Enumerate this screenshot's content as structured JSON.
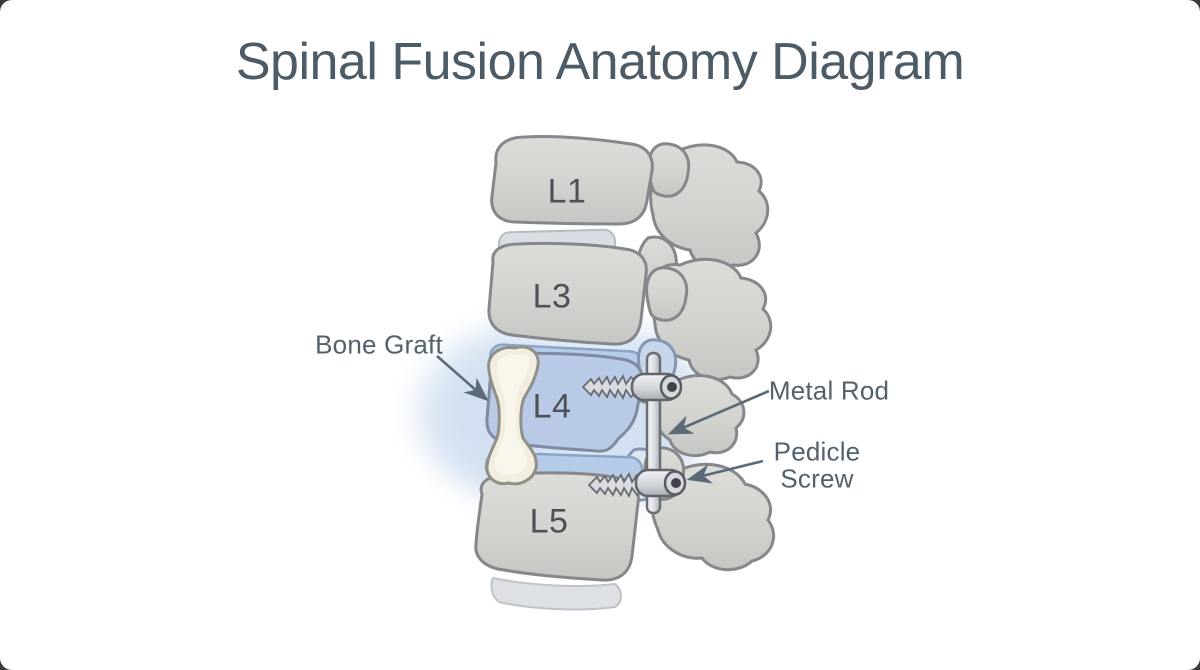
{
  "title": "Spinal Fusion Anatomy Diagram",
  "diagram": {
    "vertebrae": [
      {
        "label": "L1"
      },
      {
        "label": "L3"
      },
      {
        "label": "L4"
      },
      {
        "label": "L5"
      }
    ],
    "annotations": [
      {
        "label": "Bone Graft"
      },
      {
        "label": "Metal Rod"
      },
      {
        "label": "Pedicle Screw"
      }
    ]
  },
  "colors": {
    "title_text": "#4d5b67",
    "annotation_text": "#53616d",
    "vertebra_label_text": "#4d5055",
    "bone_fill": "#d4d4d0",
    "bone_outline": "#85878a",
    "disc_gray": "#d9dde4",
    "fusion_highlight_blue": "#b5cbe8",
    "bone_graft_fill": "#f2edde",
    "metal_fill": "#d8dbdf",
    "arrow": "#5b6a77",
    "background": "#ffffff"
  }
}
